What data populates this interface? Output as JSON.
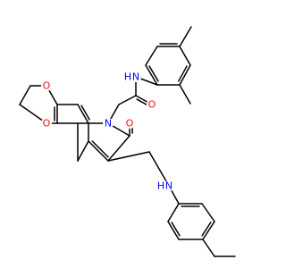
{
  "colors": {
    "background": "#ffffff",
    "carbon_bond": "#000000",
    "oxygen": "#ff0d0d",
    "nitrogen": "#0000ff"
  },
  "atom_labels": {
    "amide_nh": "N",
    "amide_nh_h": "H",
    "amide_o": "O",
    "ring_n": "N",
    "ring_co_o": "O",
    "dioxane_o_top": "O",
    "dioxane_o_bottom": "O",
    "amine_nh": "N",
    "amine_nh_h": "H"
  }
}
